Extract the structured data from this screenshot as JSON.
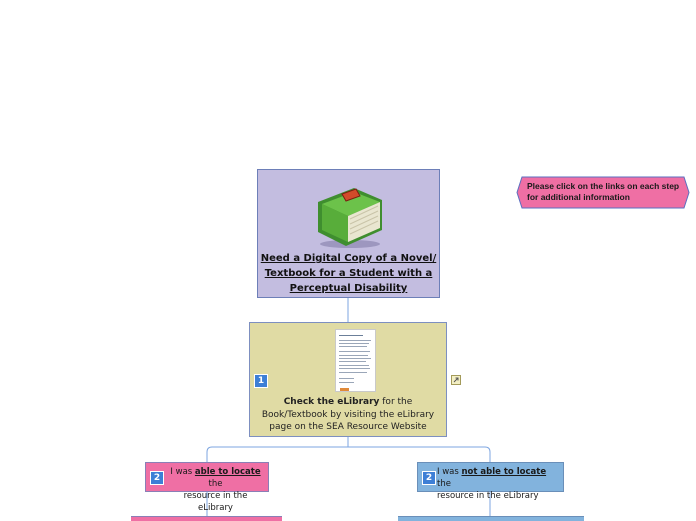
{
  "root": {
    "title_lines": [
      "Need a Digital Copy of a Novel/",
      "Textbook for a Student with a",
      "Perceptual Disability"
    ]
  },
  "step1": {
    "badge": "1",
    "bold": "Check the eLibrary",
    "text_after": " for the",
    "line2": "Book/Textbook by visiting the eLibrary",
    "line3": "page on the SEA Resource Website"
  },
  "step2_left": {
    "badge": "2",
    "prefix": "I was ",
    "bold": "able to locate",
    "suffix": " the",
    "line2": "resource in the eLibrary"
  },
  "step2_right": {
    "badge": "2",
    "prefix": "I was ",
    "bold": "not able to locate",
    "suffix": " the",
    "line2": "resource in the eLibrary"
  },
  "info_callout": {
    "text": "Please click on the links on each step for additional information"
  },
  "colors": {
    "root_bg": "#c3bde0",
    "step1_bg": "#e0dba4",
    "pink": "#ef6fa4",
    "blue": "#82b3dd",
    "badge": "#3d7fd6",
    "connector": "#7ea6e0"
  },
  "icons": [
    "book-icon",
    "link-icon"
  ]
}
